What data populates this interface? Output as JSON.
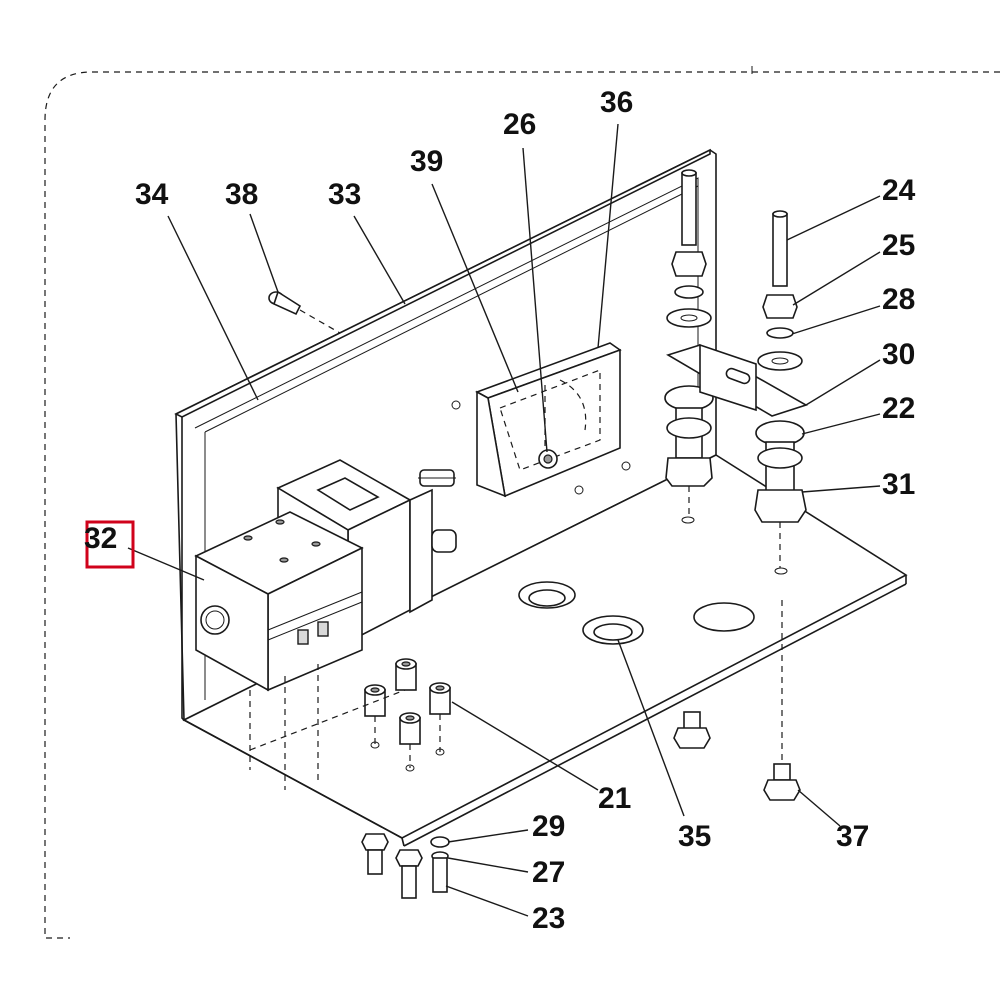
{
  "diagram": {
    "labels": {
      "p21": "21",
      "p22": "22",
      "p23": "23",
      "p24": "24",
      "p25": "25",
      "p26": "26",
      "p27": "27",
      "p28": "28",
      "p29": "29",
      "p30": "30",
      "p31": "31",
      "p32": "32",
      "p33": "33",
      "p34": "34",
      "p35": "35",
      "p36": "36",
      "p37": "37",
      "p38": "38",
      "p39": "39"
    },
    "highlight": {
      "part": "32",
      "color": "#d0021b"
    },
    "line_color": "#1a1a1a"
  }
}
